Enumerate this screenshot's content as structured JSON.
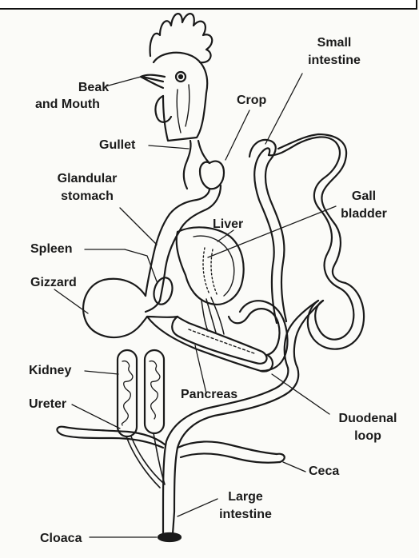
{
  "labels": {
    "beak_mouth_1": "Beak",
    "beak_mouth_2": "and Mouth",
    "crop": "Crop",
    "small_intestine_1": "Small",
    "small_intestine_2": "intestine",
    "gullet": "Gullet",
    "glandular_stomach_1": "Glandular",
    "glandular_stomach_2": "stomach",
    "gall_bladder_1": "Gall",
    "gall_bladder_2": "bladder",
    "liver": "Liver",
    "spleen": "Spleen",
    "gizzard": "Gizzard",
    "kidney": "Kidney",
    "pancreas": "Pancreas",
    "ureter": "Ureter",
    "duodenal_loop_1": "Duodenal",
    "duodenal_loop_2": "loop",
    "ceca": "Ceca",
    "large_intestine_1": "Large",
    "large_intestine_2": "intestine",
    "cloaca": "Cloaca"
  },
  "colors": {
    "line": "#1a1a1a",
    "background": "#fbfbf8"
  }
}
